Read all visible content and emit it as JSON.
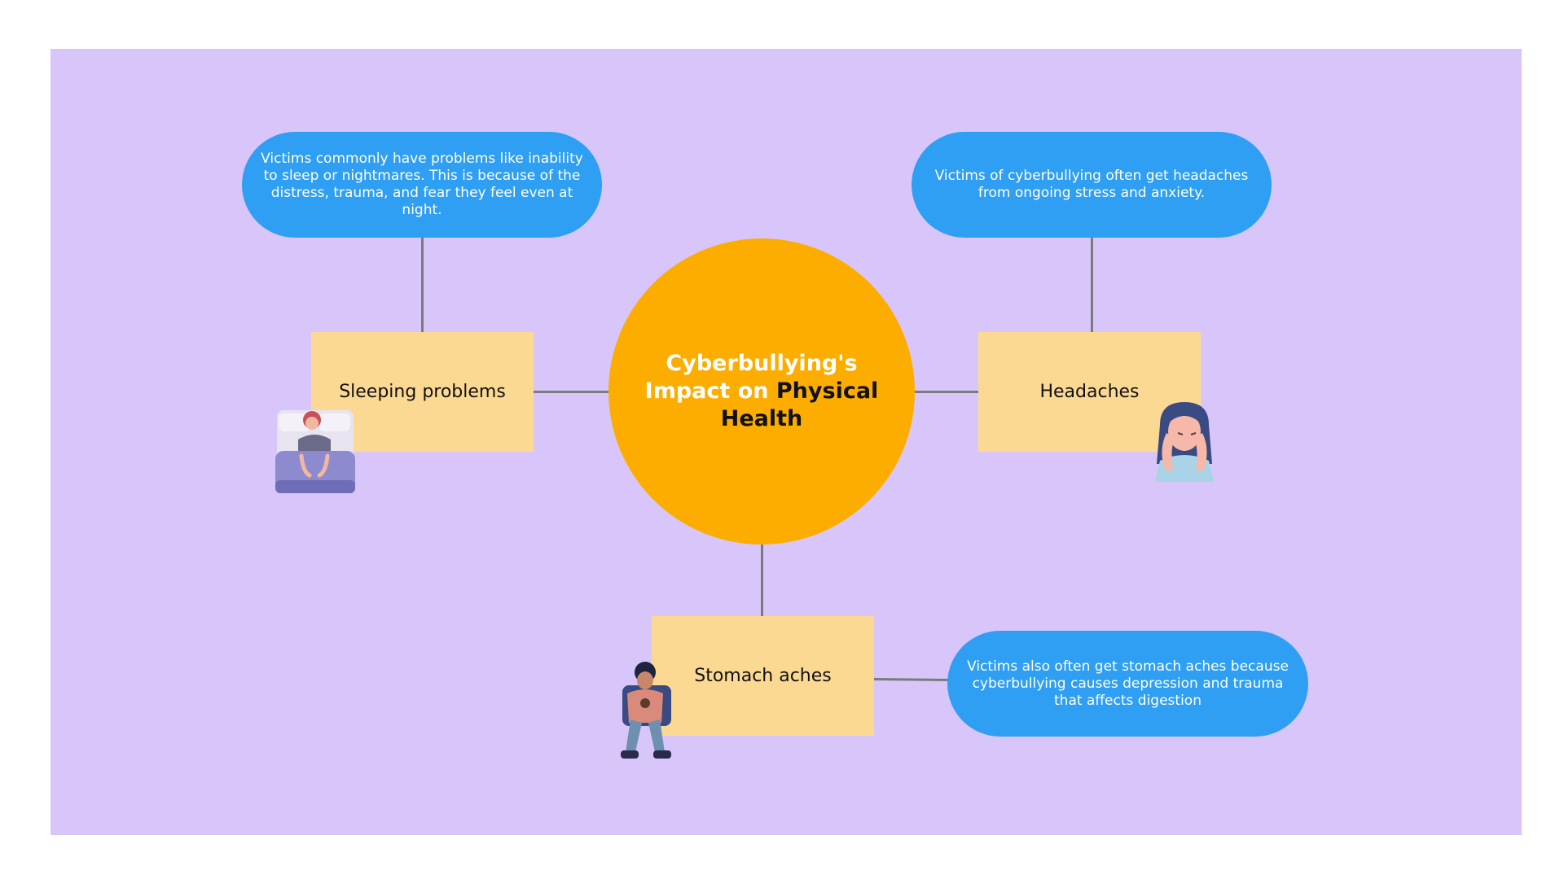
{
  "center": {
    "title_white": "Cyberbullying's Impact on",
    "title_dark": "Physical Health"
  },
  "nodes": {
    "sleeping": {
      "label": "Sleeping problems",
      "description": "Victims commonly have problems like inability to sleep or nightmares. This is because of the distress, trauma, and fear they feel even at night."
    },
    "headaches": {
      "label": "Headaches",
      "description": "Victims of cyberbullying often get headaches from ongoing stress and anxiety."
    },
    "stomach": {
      "label": "Stomach aches",
      "description": "Victims also often get stomach aches because cyberbullying causes depression and trauma that affects digestion"
    }
  },
  "colors": {
    "background": "#d8c6fb",
    "center": "#fdad00",
    "box": "#fcd993",
    "pill": "#2e9ff2",
    "connector": "#7b7b7b"
  },
  "icons": [
    "sleeping-woman-illustration",
    "headache-woman-illustration",
    "stomach-ache-man-illustration"
  ]
}
